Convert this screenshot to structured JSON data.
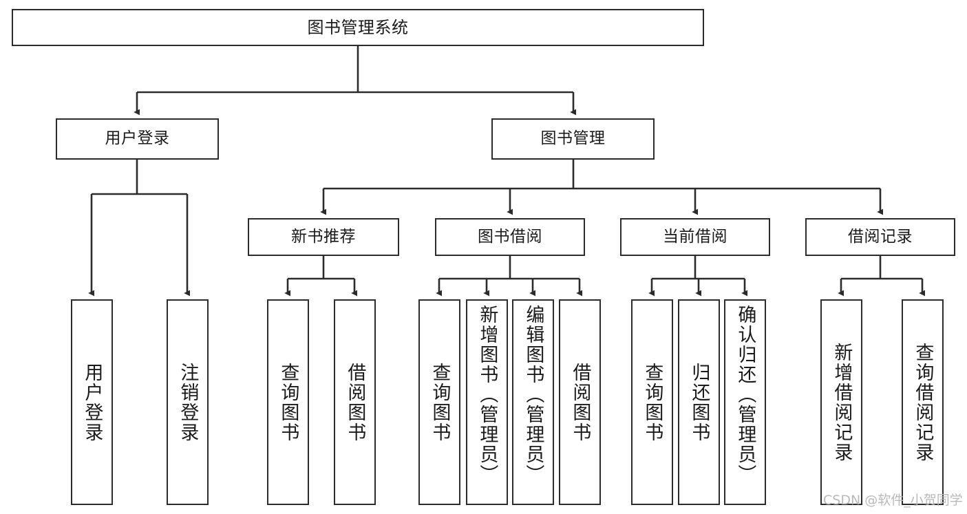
{
  "diagram": {
    "title": "图书管理系统",
    "type": "tree",
    "background_color": "#ffffff",
    "line_color": "#2b2b2b",
    "text_color": "#1a1a1a"
  },
  "nodes": {
    "root": {
      "label": "图书管理系统",
      "level": 1
    },
    "user_login": {
      "label": "用户登录",
      "level": 2
    },
    "book_manage": {
      "label": "图书管理",
      "level": 2
    },
    "new_book_rec": {
      "label": "新书推荐",
      "level": 3
    },
    "book_borrow": {
      "label": "图书借阅",
      "level": 3
    },
    "current_borrow": {
      "label": "当前借阅",
      "level": 3
    },
    "borrow_record": {
      "label": "借阅记录",
      "level": 3
    },
    "leaf_user_login": {
      "label": "用户登录",
      "level": 4
    },
    "leaf_logout": {
      "label": "注销登录",
      "level": 4
    },
    "leaf_query_book_1": {
      "label": "查询图书",
      "level": 4
    },
    "leaf_borrow_book_1": {
      "label": "借阅图书",
      "level": 4
    },
    "leaf_query_book_2": {
      "label": "查询图书",
      "level": 4
    },
    "leaf_add_book": {
      "label": "新增图书（管理员）",
      "level": 4
    },
    "leaf_edit_book": {
      "label": "编辑图书（管理员）",
      "level": 4
    },
    "leaf_borrow_book_2": {
      "label": "借阅图书",
      "level": 4
    },
    "leaf_query_book_3": {
      "label": "查询图书",
      "level": 4
    },
    "leaf_return_book": {
      "label": "归还图书",
      "level": 4
    },
    "leaf_confirm_return": {
      "label": "确认归还（管理员）",
      "level": 4
    },
    "leaf_add_record": {
      "label": "新增借阅记录",
      "level": 4
    },
    "leaf_query_record": {
      "label": "查询借阅记录",
      "level": 4
    }
  },
  "watermark": {
    "text": "CSDN @软件_小贺同学"
  }
}
